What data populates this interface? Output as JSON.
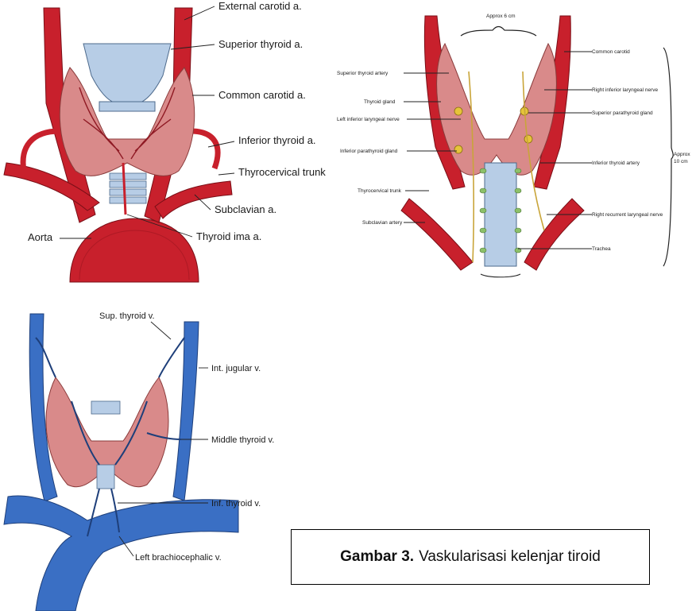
{
  "panel_arteries": {
    "labels": {
      "external_carotid": "External carotid a.",
      "superior_thyroid": "Superior thyroid a.",
      "common_carotid": "Common carotid a.",
      "inferior_thyroid": "Inferior thyroid a.",
      "thyrocervical_trunk": "Thyrocervical trunk",
      "subclavian": "Subclavian a.",
      "thyroid_ima": "Thyroid ima a.",
      "aorta": "Aorta"
    }
  },
  "panel_posterior": {
    "labels": {
      "approx_6cm": "Approx 6 cm",
      "common_carotid": "Common carotid",
      "superior_thyroid_artery": "Superior thyroid artery",
      "right_inferior_laryngeal": "Right inferior laryngeal nerve",
      "thyroid_gland": "Thyroid gland",
      "superior_parathyroid": "Superior parathyroid gland",
      "left_inferior_laryngeal": "Left inferior laryngeal nerve",
      "inferior_parathyroid": "Inferior parathyroid gland",
      "inferior_thyroid_artery": "Inferior thyroid artery",
      "approx": "Approx",
      "approx_10cm": "10 cm",
      "thyrocervical_trunk": "Thyrocervical trunk",
      "right_recurrent_laryngeal": "Right recurrent laryngeal nerve",
      "subclavian_artery": "Subclavian artery",
      "trachea": "Trachea"
    }
  },
  "panel_veins": {
    "labels": {
      "sup_thyroid": "Sup. thyroid v.",
      "int_jugular": "Int. jugular v.",
      "middle_thyroid": "Middle thyroid v.",
      "inf_thyroid": "Inf. thyroid v.",
      "left_brachiocephalic": "Left brachiocephalic v."
    }
  },
  "caption": {
    "bold": "Gambar 3.",
    "text": "Vaskularisasi kelenjar tiroid"
  },
  "colors": {
    "artery": "#c8202c",
    "gland": "#d98a8a",
    "vein": "#3a6fc4",
    "cartilage": "#b7cde6"
  }
}
